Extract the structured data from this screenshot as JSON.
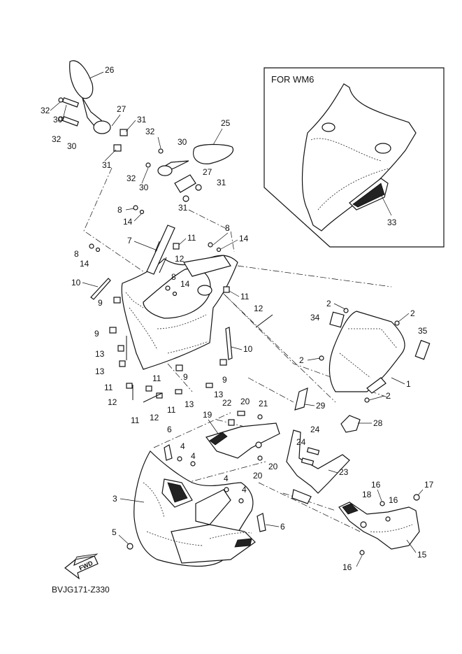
{
  "inset": {
    "title": "FOR WM6"
  },
  "diagram_code": "BVJG171-Z330",
  "fwd_label": "FWD",
  "callouts": {
    "c26": "26",
    "c32a": "32",
    "c30a": "30",
    "c27a": "27",
    "c31a": "31",
    "c32b": "32",
    "c30b": "30",
    "c31b": "31",
    "c32c": "32",
    "c30c": "30",
    "c25": "25",
    "c32d": "32",
    "c30d": "30",
    "c27b": "27",
    "c31c": "31",
    "c31d": "31",
    "c8a": "8",
    "c14a": "14",
    "c7": "7",
    "c11a": "11",
    "c12a": "12",
    "c8b": "8",
    "c14b": "14",
    "c8c": "8",
    "c14c": "14",
    "c8d": "8",
    "c14d": "14",
    "c10a": "10",
    "c9a": "9",
    "c11b": "11",
    "c12b": "12",
    "c9b": "9",
    "c13a": "13",
    "c13b": "13",
    "c10b": "10",
    "c9c": "9",
    "c9d": "9",
    "c11c": "11",
    "c12c": "12",
    "c11d": "11",
    "c11e": "11",
    "c12d": "12",
    "c13c": "13",
    "c11f": "11",
    "c13d": "13",
    "c2a": "2",
    "c2b": "2",
    "c34": "34",
    "c35": "35",
    "c2c": "2",
    "c1": "1",
    "c2d": "2",
    "c22": "22",
    "c20a": "20",
    "c21": "21",
    "c29": "29",
    "c28": "28",
    "c19": "19",
    "c6a": "6",
    "c4a": "4",
    "c4b": "4",
    "c20b": "20",
    "c20c": "20",
    "c24a": "24",
    "c24b": "24",
    "c23": "23",
    "c4c": "4",
    "c4d": "4",
    "c3": "3",
    "c5": "5",
    "c6b": "6",
    "c16a": "16",
    "c17": "17",
    "c18": "18",
    "c16b": "16",
    "c15": "15",
    "c16c": "16",
    "c33": "33"
  }
}
